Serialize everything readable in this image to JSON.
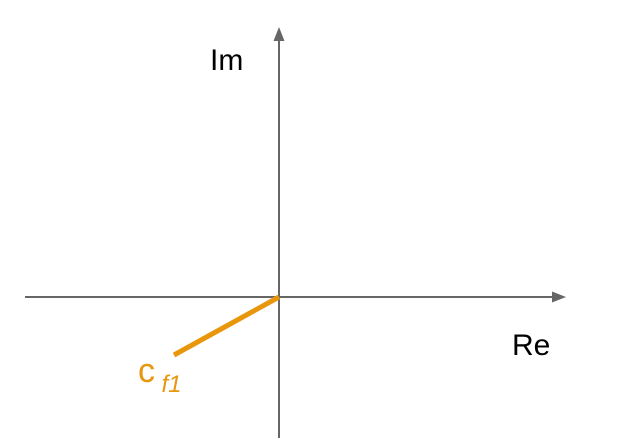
{
  "diagram": {
    "axis_color": "#666666",
    "vector_color": "#E8960C",
    "real_axis_label": "Re",
    "imag_axis_label": "Im",
    "vector": {
      "label_main": "c",
      "label_sub": "f1"
    }
  }
}
